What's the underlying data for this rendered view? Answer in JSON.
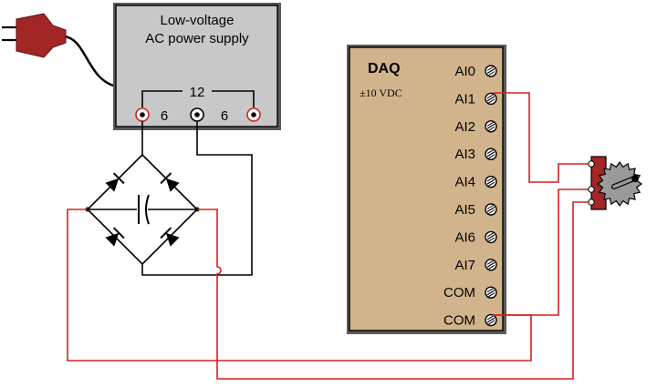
{
  "power_supply": {
    "title_line1": "Low-voltage",
    "title_line2": "AC power supply",
    "tap_full": "12",
    "tap_left": "6",
    "tap_right": "6"
  },
  "daq": {
    "title": "DAQ",
    "range": "±10 VDC",
    "channels": [
      "AI0",
      "AI1",
      "AI2",
      "AI3",
      "AI4",
      "AI5",
      "AI6",
      "AI7",
      "COM",
      "COM"
    ]
  },
  "colors": {
    "plug": "#a32626",
    "supply_body": "#c8c8c8",
    "daq_body": "#d2b48c",
    "wire_red": "#d42020",
    "pot_body": "#a32626",
    "pot_knob": "#9a9a9a"
  }
}
